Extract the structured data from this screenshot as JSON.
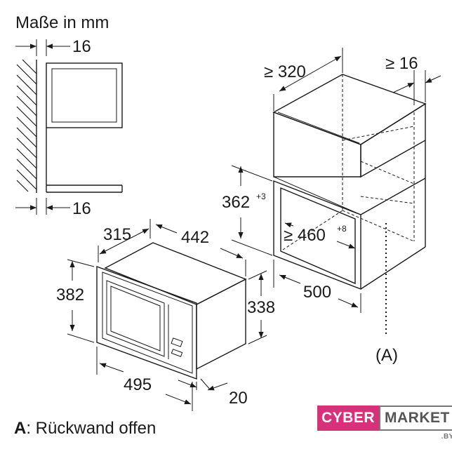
{
  "title": "Maße in mm",
  "dimensions": {
    "side_gap_top": "16",
    "side_gap_bottom": "16",
    "cabinet_depth": "≥ 320",
    "cabinet_side": "≥ 16",
    "opening_height": "362",
    "opening_height_tol": "+3",
    "opening_width": "≥ 460",
    "opening_width_tol": "+8",
    "opening_depth": "500",
    "device_depth": "315",
    "device_width": "442",
    "device_front_height": "382",
    "device_body_height": "338",
    "device_front_width": "495",
    "device_front_depth": "20"
  },
  "markers": {
    "rear_open": "(A)"
  },
  "legend": {
    "key": "A",
    "text": ": Rückwand offen"
  },
  "logo": {
    "part1": "CYBER",
    "part2": "MARKET",
    "tld": ".BY"
  }
}
